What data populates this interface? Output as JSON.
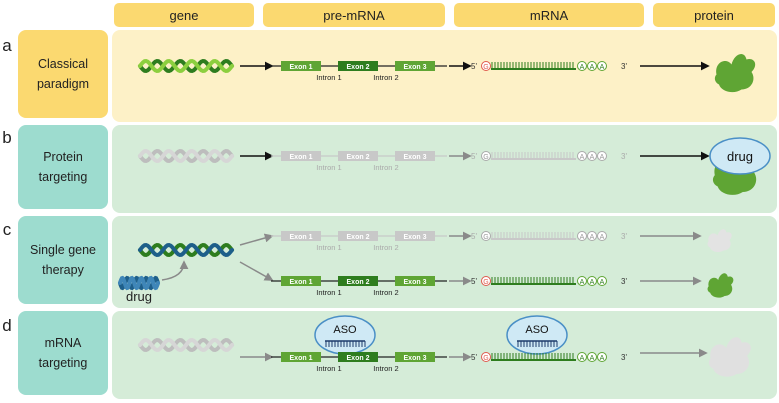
{
  "columns": [
    "gene",
    "pre-mRNA",
    "mRNA",
    "protein"
  ],
  "rows": [
    {
      "letter": "a",
      "label_lines": [
        "Classical",
        "paradigm"
      ]
    },
    {
      "letter": "b",
      "label_lines": [
        "Protein",
        "targeting"
      ]
    },
    {
      "letter": "c",
      "label_lines": [
        "Single gene",
        "therapy"
      ]
    },
    {
      "letter": "d",
      "label_lines": [
        "mRNA",
        "targeting"
      ]
    }
  ],
  "labels": {
    "exon1": "Exon 1",
    "exon2": "Exon 2",
    "exon3": "Exon 3",
    "intron1": "Intron 1",
    "intron2": "Intron 2",
    "five_prime": "5'",
    "three_prime": "3'",
    "cap": "G",
    "polyA": "A",
    "drug": "drug",
    "aso": "ASO"
  },
  "colors": {
    "header": "#fbd970",
    "row_yellow_bg": "#fdf1c7",
    "row_green_bg": "#d5ecd8",
    "label_yellow": "#fbd970",
    "label_teal": "#9ddccf",
    "exon_dark": "#2e7d1e",
    "exon_light": "#5fa534",
    "grey": "#c8c8c8",
    "cap_red": "#e05a4e",
    "aso_fill": "#cfe9f5",
    "aso_stroke": "#4a8fc6",
    "aso_dark": "#1d3a6b"
  }
}
